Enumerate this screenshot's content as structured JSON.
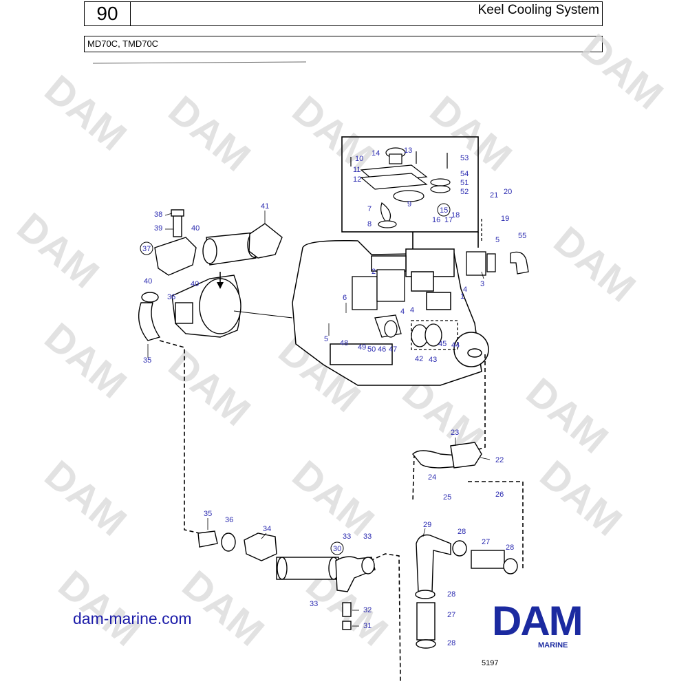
{
  "header": {
    "section_number": "90",
    "title": "Keel Cooling System",
    "models": "MD70C, TMD70C"
  },
  "watermark": {
    "text": "DAM",
    "color": "#d9d9d9"
  },
  "parts": {
    "p1": "1",
    "p2": "2",
    "p3": "3",
    "p4a": "4",
    "p4b": "4",
    "p5a": "5",
    "p5b": "5",
    "p6": "6",
    "p7": "7",
    "p8": "8",
    "p9": "9",
    "p10": "10",
    "p11": "11",
    "p12": "12",
    "p13": "13",
    "p14": "14",
    "p15": "15",
    "p16": "16",
    "p17": "17",
    "p18": "18",
    "p19": "19",
    "p20": "20",
    "p21": "21",
    "p22": "22",
    "p23": "23",
    "p24": "24",
    "p25": "25",
    "p26": "26",
    "p27a": "27",
    "p27b": "27",
    "p28a": "28",
    "p28b": "28",
    "p28c": "28",
    "p28d": "28",
    "p29": "29",
    "p30": "30",
    "p31": "31",
    "p32": "32",
    "p33a": "33",
    "p33b": "33",
    "p33c": "33",
    "p34": "34",
    "p35a": "35",
    "p35b": "35",
    "p36a": "36",
    "p36b": "36",
    "p37": "37",
    "p38": "38",
    "p39": "39",
    "p40a": "40",
    "p40b": "40",
    "p40c": "40",
    "p41": "41",
    "p42": "42",
    "p43": "43",
    "p44": "44",
    "p45": "45",
    "p46": "46",
    "p47": "47",
    "p48": "48",
    "p49": "49",
    "p50": "50",
    "p51": "51",
    "p52": "52",
    "p53": "53",
    "p54": "54",
    "p55": "55",
    "p4c": "4"
  },
  "footer": {
    "website": "dam-marine.com",
    "logo": "DAM",
    "logo_sub": "MARINE",
    "ref_code": "5197",
    "brand_color": "#1b2aa0"
  }
}
